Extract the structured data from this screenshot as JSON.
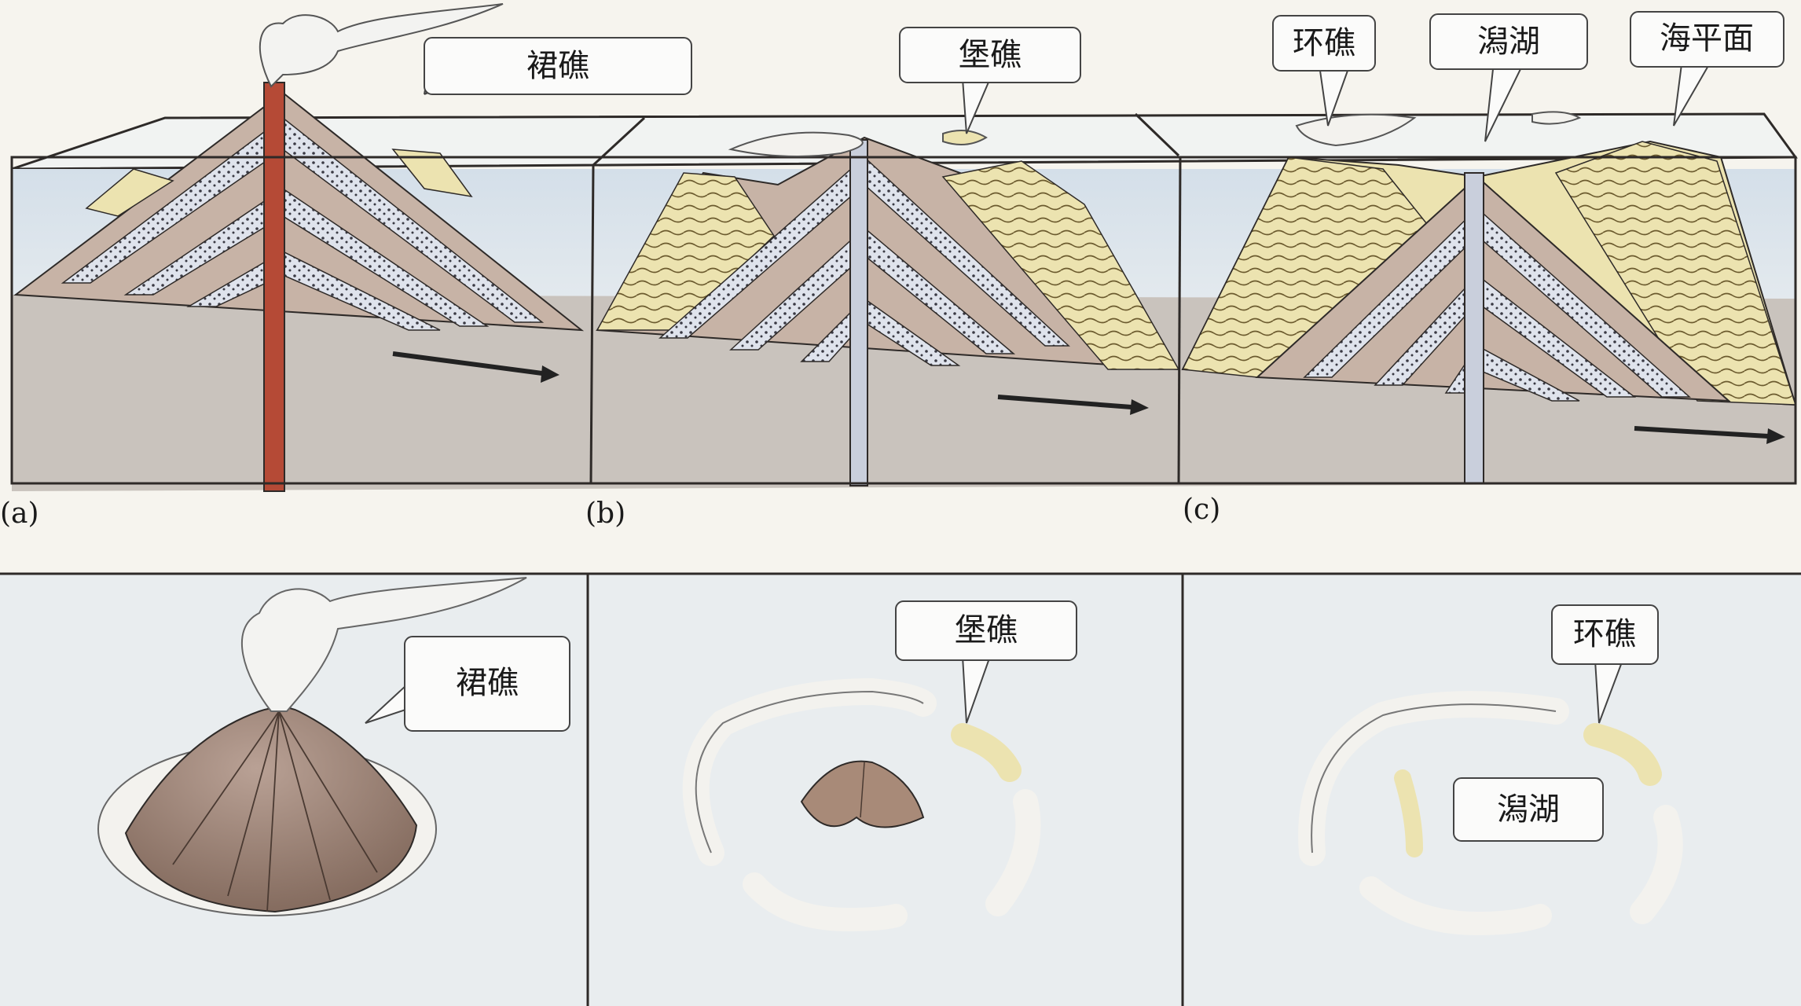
{
  "figure": {
    "panel_labels": [
      "(a)",
      "(b)",
      "(c)"
    ],
    "cross_section_callouts": {
      "a": "裙礁",
      "b": "堡礁",
      "c_reef": "环礁",
      "c_lagoon": "潟湖",
      "c_sea_level": "海平面"
    },
    "plan_view_callouts": {
      "a": "裙礁",
      "b": "堡礁",
      "c_reef": "环礁",
      "c_lagoon": "潟湖"
    }
  },
  "colors": {
    "sea": "#dde6ee",
    "seafloor": "#c9c3bd",
    "volcano_layer": "#c7b3a6",
    "ash_layer": "#dfe3ec",
    "magma": "#b54a36",
    "dead_vent": "#c9cfdc",
    "reef_yellow": "#ece3b0",
    "reef_white": "#f3f2ee",
    "outline": "#2e2a28"
  }
}
